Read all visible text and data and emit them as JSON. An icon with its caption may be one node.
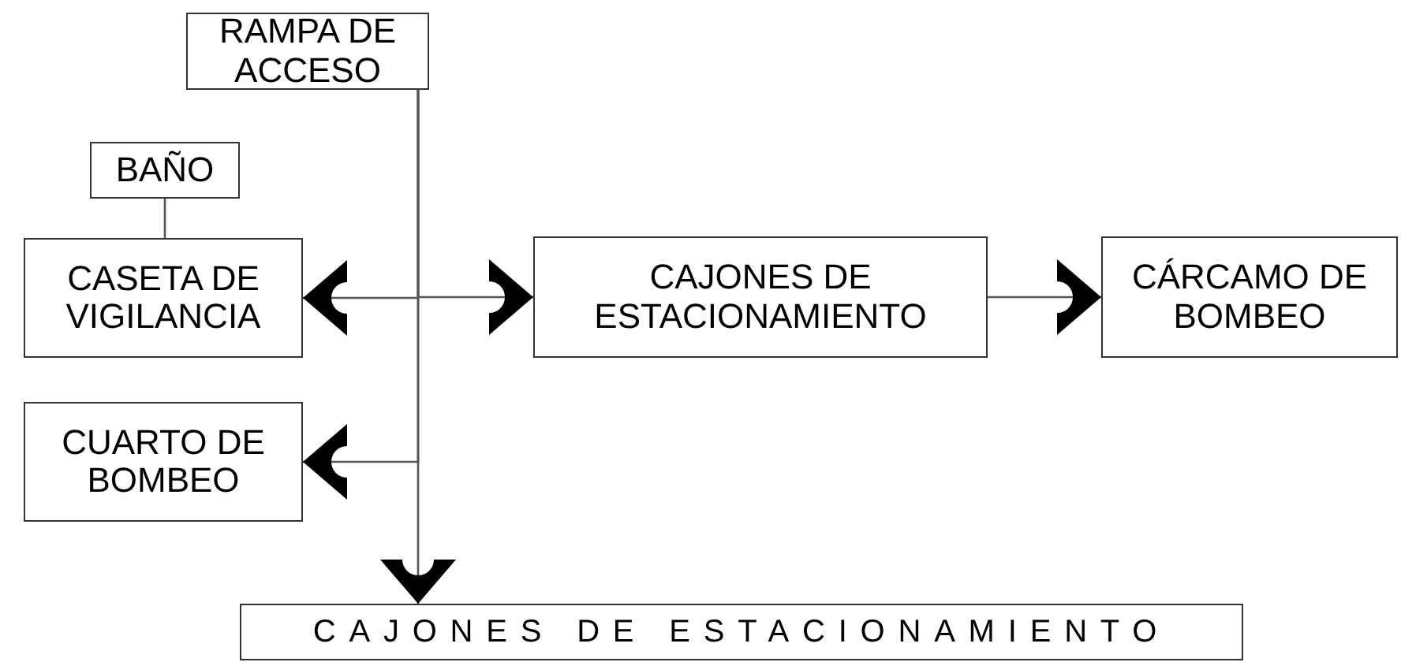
{
  "diagram": {
    "nodes": [
      {
        "text": [
          "RAMPA DE ACCESO"
        ]
      },
      {
        "text": [
          "BAÑO"
        ]
      },
      {
        "text": [
          "CASETA DE VIGILANCIA"
        ]
      },
      {
        "text": [
          "CAJONES DE ESTACIONAMIENTO"
        ]
      },
      {
        "text": [
          "CÁRCAMO DE BOMBEO"
        ]
      },
      {
        "text": [
          "CUARTO DE BOMBEO"
        ]
      },
      {
        "text": [
          "CAJONES DE ESTACIONAMIENTO"
        ]
      }
    ],
    "edges": [
      {
        "from": 0,
        "to": 6,
        "arrow": "to"
      },
      {
        "from": 0,
        "to": 2,
        "arrow": "to"
      },
      {
        "from": 0,
        "to": 3,
        "arrow": "to"
      },
      {
        "from": 0,
        "to": 5,
        "arrow": "to"
      },
      {
        "from": 3,
        "to": 4,
        "arrow": "to"
      },
      {
        "from": 1,
        "to": 2,
        "arrow": "none"
      }
    ]
  }
}
